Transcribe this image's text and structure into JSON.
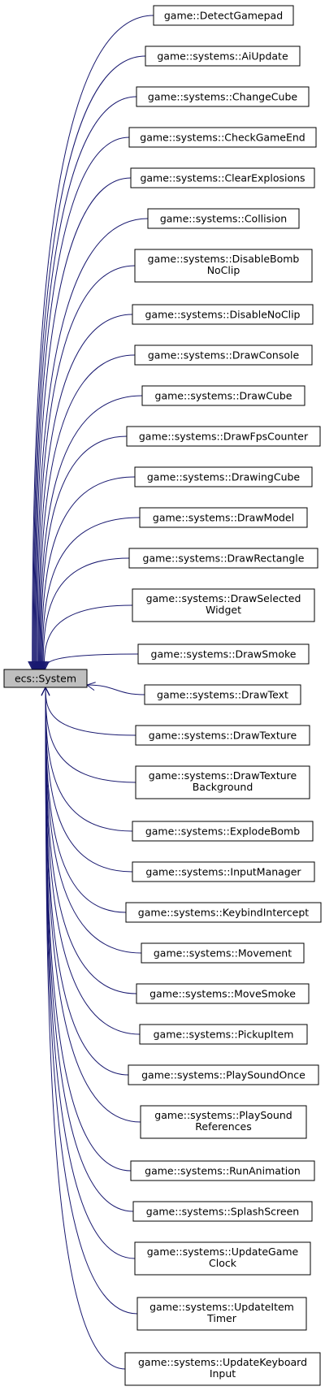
{
  "root": {
    "label": "ecs::System"
  },
  "nodes": [
    {
      "id": "detect-gamepad",
      "lines": [
        "game::DetectGamepad"
      ]
    },
    {
      "id": "ai-update",
      "lines": [
        "game::systems::AiUpdate"
      ]
    },
    {
      "id": "change-cube",
      "lines": [
        "game::systems::ChangeCube"
      ]
    },
    {
      "id": "check-game-end",
      "lines": [
        "game::systems::CheckGameEnd"
      ]
    },
    {
      "id": "clear-explosions",
      "lines": [
        "game::systems::ClearExplosions"
      ]
    },
    {
      "id": "collision",
      "lines": [
        "game::systems::Collision"
      ]
    },
    {
      "id": "disable-bomb-noclip",
      "lines": [
        "game::systems::DisableBomb",
        "NoClip"
      ]
    },
    {
      "id": "disable-noclip",
      "lines": [
        "game::systems::DisableNoClip"
      ]
    },
    {
      "id": "draw-console",
      "lines": [
        "game::systems::DrawConsole"
      ]
    },
    {
      "id": "draw-cube",
      "lines": [
        "game::systems::DrawCube"
      ]
    },
    {
      "id": "draw-fps-counter",
      "lines": [
        "game::systems::DrawFpsCounter"
      ]
    },
    {
      "id": "drawing-cube",
      "lines": [
        "game::systems::DrawingCube"
      ]
    },
    {
      "id": "draw-model",
      "lines": [
        "game::systems::DrawModel"
      ]
    },
    {
      "id": "draw-rectangle",
      "lines": [
        "game::systems::DrawRectangle"
      ]
    },
    {
      "id": "draw-selected-widget",
      "lines": [
        "game::systems::DrawSelected",
        "Widget"
      ]
    },
    {
      "id": "draw-smoke",
      "lines": [
        "game::systems::DrawSmoke"
      ]
    },
    {
      "id": "draw-text",
      "lines": [
        "game::systems::DrawText"
      ]
    },
    {
      "id": "draw-texture",
      "lines": [
        "game::systems::DrawTexture"
      ]
    },
    {
      "id": "draw-texture-background",
      "lines": [
        "game::systems::DrawTexture",
        "Background"
      ]
    },
    {
      "id": "explode-bomb",
      "lines": [
        "game::systems::ExplodeBomb"
      ]
    },
    {
      "id": "input-manager",
      "lines": [
        "game::systems::InputManager"
      ]
    },
    {
      "id": "keybind-intercept",
      "lines": [
        "game::systems::KeybindIntercept"
      ]
    },
    {
      "id": "movement",
      "lines": [
        "game::systems::Movement"
      ]
    },
    {
      "id": "move-smoke",
      "lines": [
        "game::systems::MoveSmoke"
      ]
    },
    {
      "id": "pickup-item",
      "lines": [
        "game::systems::PickupItem"
      ]
    },
    {
      "id": "play-sound-once",
      "lines": [
        "game::systems::PlaySoundOnce"
      ]
    },
    {
      "id": "play-sound-references",
      "lines": [
        "game::systems::PlaySound",
        "References"
      ]
    },
    {
      "id": "run-animation",
      "lines": [
        "game::systems::RunAnimation"
      ]
    },
    {
      "id": "splash-screen",
      "lines": [
        "game::systems::SplashScreen"
      ]
    },
    {
      "id": "update-game-clock",
      "lines": [
        "game::systems::UpdateGame",
        "Clock"
      ]
    },
    {
      "id": "update-item-timer",
      "lines": [
        "game::systems::UpdateItem",
        "Timer"
      ]
    },
    {
      "id": "update-keyboard-input",
      "lines": [
        "game::systems::UpdateKeyboard",
        "Input"
      ]
    }
  ],
  "colors": {
    "edge": "#191970",
    "root_fill": "#bfbfbf",
    "node_fill": "#ffffff",
    "border": "#000000"
  }
}
